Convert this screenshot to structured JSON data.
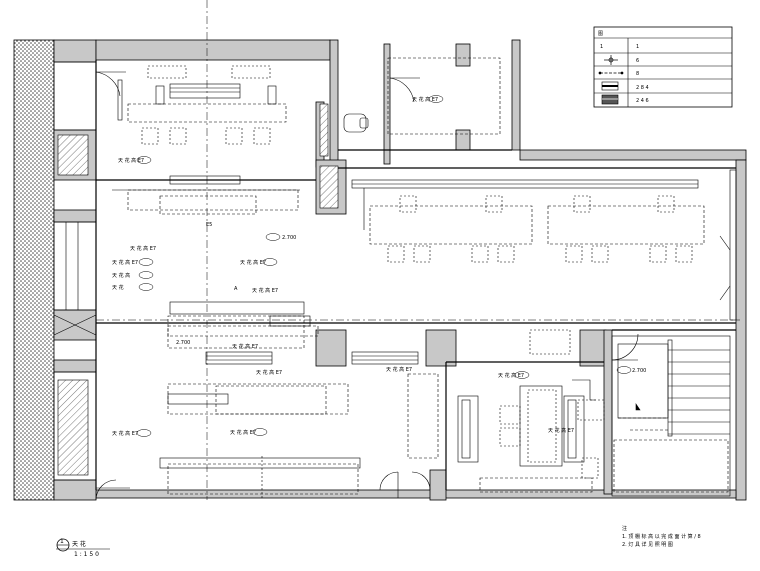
{
  "legend": {
    "header": "图",
    "rows": [
      {
        "symbol": "1",
        "label": "1"
      },
      {
        "symbol": "crosshair",
        "label": "6"
      },
      {
        "symbol": "dashed-line",
        "label": "8"
      },
      {
        "symbol": "block-a",
        "label": "2 8 4"
      },
      {
        "symbol": "block-b",
        "label": "2 4 6"
      }
    ]
  },
  "drawing": {
    "title_circle_number": "1",
    "title_text": "天 花",
    "scale": "1 : 1 5 0"
  },
  "notes": [
    "注",
    "1. 顶 棚 标 高 以 完 成 面 计 算 / 8",
    "2. 灯 具 详 见 照 明 图"
  ],
  "labels": [
    "天 花 高 E7",
    "2.700",
    "天 花 高 E7",
    "天 花 高 E7",
    "天 花 高",
    "天 花",
    "天 花 高 E7",
    "天 花 高 E7",
    "天 花 高 E7",
    "E5",
    "天 花 高 E7",
    "天 花 高 E7",
    "2.700",
    "2.700",
    "天 花 高 E7",
    "天 花 高 E7",
    "天 花 高 E7",
    "天 花 高 E7",
    "天 花 高 E7",
    "A"
  ]
}
